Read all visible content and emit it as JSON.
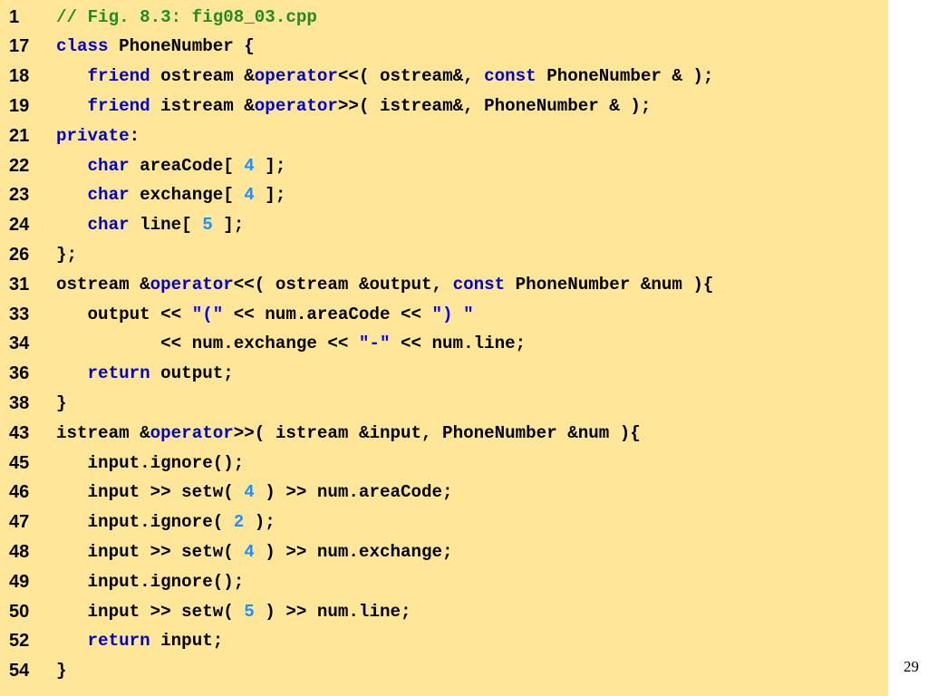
{
  "page_number": "29",
  "code": [
    {
      "n": "1",
      "tokens": [
        [
          "comment",
          "// Fig. 8.3: fig08_03.cpp"
        ]
      ]
    },
    {
      "n": "17",
      "tokens": [
        [
          "kw",
          "class"
        ],
        [
          "plain",
          " PhoneNumber {"
        ]
      ]
    },
    {
      "n": "18",
      "tokens": [
        [
          "plain",
          "   "
        ],
        [
          "kw",
          "friend"
        ],
        [
          "plain",
          " ostream &"
        ],
        [
          "kw",
          "operator"
        ],
        [
          "plain",
          "<<( ostream&, "
        ],
        [
          "kw",
          "const"
        ],
        [
          "plain",
          " PhoneNumber & );"
        ]
      ]
    },
    {
      "n": "19",
      "tokens": [
        [
          "plain",
          "   "
        ],
        [
          "kw",
          "friend"
        ],
        [
          "plain",
          " istream &"
        ],
        [
          "kw",
          "operator"
        ],
        [
          "plain",
          ">>( istream&, PhoneNumber & );"
        ]
      ]
    },
    {
      "n": "21",
      "tokens": [
        [
          "kw",
          "private"
        ],
        [
          "plain",
          ":"
        ]
      ]
    },
    {
      "n": "22",
      "tokens": [
        [
          "plain",
          "   "
        ],
        [
          "kw",
          "char"
        ],
        [
          "plain",
          " areaCode[ "
        ],
        [
          "num",
          "4"
        ],
        [
          "plain",
          " ];"
        ]
      ]
    },
    {
      "n": "23",
      "tokens": [
        [
          "plain",
          "   "
        ],
        [
          "kw",
          "char"
        ],
        [
          "plain",
          " exchange[ "
        ],
        [
          "num",
          "4"
        ],
        [
          "plain",
          " ];"
        ]
      ]
    },
    {
      "n": "24",
      "tokens": [
        [
          "plain",
          "   "
        ],
        [
          "kw",
          "char"
        ],
        [
          "plain",
          " line[ "
        ],
        [
          "num",
          "5"
        ],
        [
          "plain",
          " ];"
        ]
      ]
    },
    {
      "n": "26",
      "tokens": [
        [
          "plain",
          "};"
        ]
      ]
    },
    {
      "n": "31",
      "tokens": [
        [
          "plain",
          "ostream &"
        ],
        [
          "kw",
          "operator"
        ],
        [
          "plain",
          "<<( ostream &output, "
        ],
        [
          "kw",
          "const"
        ],
        [
          "plain",
          " PhoneNumber &num ){"
        ]
      ]
    },
    {
      "n": "33",
      "tokens": [
        [
          "plain",
          "   output << "
        ],
        [
          "str",
          "\"(\""
        ],
        [
          "plain",
          " << num.areaCode << "
        ],
        [
          "str",
          "\") \""
        ]
      ]
    },
    {
      "n": "34",
      "tokens": [
        [
          "plain",
          "          << num.exchange << "
        ],
        [
          "str",
          "\"-\""
        ],
        [
          "plain",
          " << num.line;"
        ]
      ]
    },
    {
      "n": "36",
      "tokens": [
        [
          "plain",
          "   "
        ],
        [
          "kw",
          "return"
        ],
        [
          "plain",
          " output;"
        ]
      ]
    },
    {
      "n": "38",
      "tokens": [
        [
          "plain",
          "}"
        ]
      ]
    },
    {
      "n": "43",
      "tokens": [
        [
          "plain",
          "istream &"
        ],
        [
          "kw",
          "operator"
        ],
        [
          "plain",
          ">>( istream &input, PhoneNumber &num ){"
        ]
      ]
    },
    {
      "n": "45",
      "tokens": [
        [
          "plain",
          "   input.ignore();"
        ]
      ]
    },
    {
      "n": "46",
      "tokens": [
        [
          "plain",
          "   input >> setw( "
        ],
        [
          "num",
          "4"
        ],
        [
          "plain",
          " ) >> num.areaCode;"
        ]
      ]
    },
    {
      "n": "47",
      "tokens": [
        [
          "plain",
          "   input.ignore( "
        ],
        [
          "num",
          "2"
        ],
        [
          "plain",
          " );"
        ]
      ]
    },
    {
      "n": "48",
      "tokens": [
        [
          "plain",
          "   input >> setw( "
        ],
        [
          "num",
          "4"
        ],
        [
          "plain",
          " ) >> num.exchange;"
        ]
      ]
    },
    {
      "n": "49",
      "tokens": [
        [
          "plain",
          "   input.ignore();"
        ]
      ]
    },
    {
      "n": "50",
      "tokens": [
        [
          "plain",
          "   input >> setw( "
        ],
        [
          "num",
          "5"
        ],
        [
          "plain",
          " ) >> num.line;"
        ]
      ]
    },
    {
      "n": "52",
      "tokens": [
        [
          "plain",
          "   "
        ],
        [
          "kw",
          "return"
        ],
        [
          "plain",
          " input;"
        ]
      ]
    },
    {
      "n": "54",
      "tokens": [
        [
          "plain",
          "}"
        ]
      ]
    }
  ]
}
